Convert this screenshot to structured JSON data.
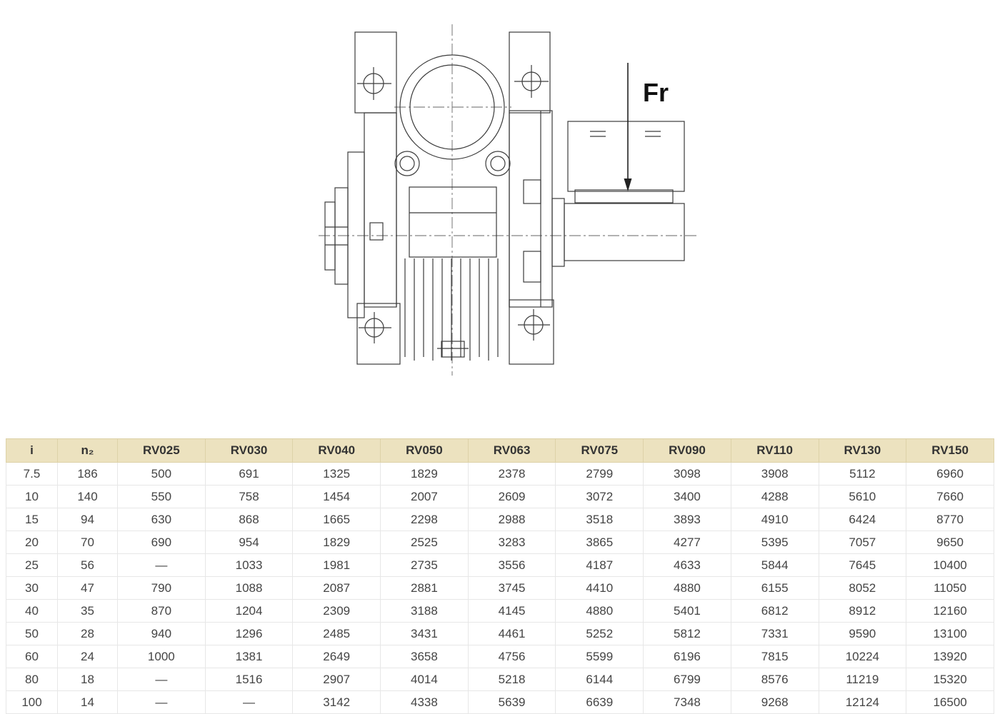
{
  "diagram": {
    "force_label": "Fr",
    "description": "worm-gearbox-side-view-radial-load"
  },
  "table": {
    "headers": [
      "i",
      "n₂",
      "RV025",
      "RV030",
      "RV040",
      "RV050",
      "RV063",
      "RV075",
      "RV090",
      "RV110",
      "RV130",
      "RV150"
    ],
    "rows": [
      [
        "7.5",
        "186",
        "500",
        "691",
        "1325",
        "1829",
        "2378",
        "2799",
        "3098",
        "3908",
        "5112",
        "6960"
      ],
      [
        "10",
        "140",
        "550",
        "758",
        "1454",
        "2007",
        "2609",
        "3072",
        "3400",
        "4288",
        "5610",
        "7660"
      ],
      [
        "15",
        "94",
        "630",
        "868",
        "1665",
        "2298",
        "2988",
        "3518",
        "3893",
        "4910",
        "6424",
        "8770"
      ],
      [
        "20",
        "70",
        "690",
        "954",
        "1829",
        "2525",
        "3283",
        "3865",
        "4277",
        "5395",
        "7057",
        "9650"
      ],
      [
        "25",
        "56",
        "—",
        "1033",
        "1981",
        "2735",
        "3556",
        "4187",
        "4633",
        "5844",
        "7645",
        "10400"
      ],
      [
        "30",
        "47",
        "790",
        "1088",
        "2087",
        "2881",
        "3745",
        "4410",
        "4880",
        "6155",
        "8052",
        "11050"
      ],
      [
        "40",
        "35",
        "870",
        "1204",
        "2309",
        "3188",
        "4145",
        "4880",
        "5401",
        "6812",
        "8912",
        "12160"
      ],
      [
        "50",
        "28",
        "940",
        "1296",
        "2485",
        "3431",
        "4461",
        "5252",
        "5812",
        "7331",
        "9590",
        "13100"
      ],
      [
        "60",
        "24",
        "1000",
        "1381",
        "2649",
        "3658",
        "4756",
        "5599",
        "6196",
        "7815",
        "10224",
        "13920"
      ],
      [
        "80",
        "18",
        "—",
        "1516",
        "2907",
        "4014",
        "5218",
        "6144",
        "6799",
        "8576",
        "11219",
        "15320"
      ],
      [
        "100",
        "14",
        "—",
        "—",
        "3142",
        "4338",
        "5639",
        "6639",
        "7348",
        "9268",
        "12124",
        "16500"
      ]
    ],
    "colors": {
      "header_bg": "#ece2bf",
      "header_border": "#ddd2a8",
      "cell_border": "#e7e7e7"
    }
  }
}
